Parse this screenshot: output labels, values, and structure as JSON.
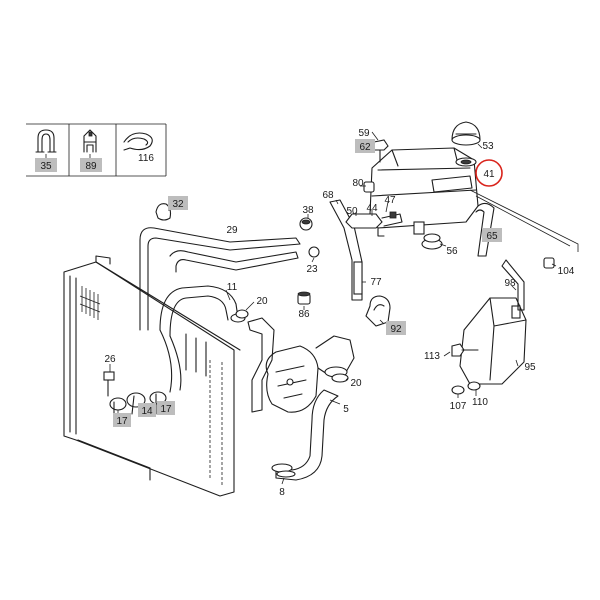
{
  "callouts": [
    {
      "id": "c35",
      "text": "35",
      "boxed": true
    },
    {
      "id": "c89",
      "text": "89",
      "boxed": true
    },
    {
      "id": "c116",
      "text": "116",
      "boxed": false
    },
    {
      "id": "c59",
      "text": "59",
      "boxed": false
    },
    {
      "id": "c62",
      "text": "62",
      "boxed": true
    },
    {
      "id": "c53",
      "text": "53",
      "boxed": false
    },
    {
      "id": "c41",
      "text": "41",
      "boxed": false,
      "highlight": true
    },
    {
      "id": "c80",
      "text": "80",
      "boxed": false
    },
    {
      "id": "c68",
      "text": "68",
      "boxed": false
    },
    {
      "id": "c47",
      "text": "47",
      "boxed": false
    },
    {
      "id": "c50",
      "text": "50",
      "boxed": false
    },
    {
      "id": "c44",
      "text": "44",
      "boxed": false
    },
    {
      "id": "c38",
      "text": "38",
      "boxed": false
    },
    {
      "id": "c32",
      "text": "32",
      "boxed": true
    },
    {
      "id": "c29",
      "text": "29",
      "boxed": false
    },
    {
      "id": "c23",
      "text": "23",
      "boxed": false
    },
    {
      "id": "c65",
      "text": "65",
      "boxed": true
    },
    {
      "id": "c56",
      "text": "56",
      "boxed": false
    },
    {
      "id": "c104",
      "text": "104",
      "boxed": false
    },
    {
      "id": "c77",
      "text": "77",
      "boxed": false
    },
    {
      "id": "c98",
      "text": "98",
      "boxed": false
    },
    {
      "id": "c11",
      "text": "11",
      "boxed": false
    },
    {
      "id": "c20a",
      "text": "20",
      "boxed": false
    },
    {
      "id": "c86",
      "text": "86",
      "boxed": false
    },
    {
      "id": "c92",
      "text": "92",
      "boxed": true
    },
    {
      "id": "c26",
      "text": "26",
      "boxed": false
    },
    {
      "id": "c113",
      "text": "113",
      "boxed": false
    },
    {
      "id": "c95",
      "text": "95",
      "boxed": false
    },
    {
      "id": "c20b",
      "text": "20",
      "boxed": false
    },
    {
      "id": "c17a",
      "text": "17",
      "boxed": true
    },
    {
      "id": "c14",
      "text": "14",
      "boxed": true
    },
    {
      "id": "c17b",
      "text": "17",
      "boxed": true
    },
    {
      "id": "c5",
      "text": "5",
      "boxed": false
    },
    {
      "id": "c107",
      "text": "107",
      "boxed": false
    },
    {
      "id": "c110",
      "text": "110",
      "boxed": false
    },
    {
      "id": "c8",
      "text": "8",
      "boxed": false
    }
  ],
  "colors": {
    "line": "#1e1e1e",
    "label_box": "#bdbdbd",
    "highlight_ring": "#d9241c",
    "background": "#ffffff"
  }
}
